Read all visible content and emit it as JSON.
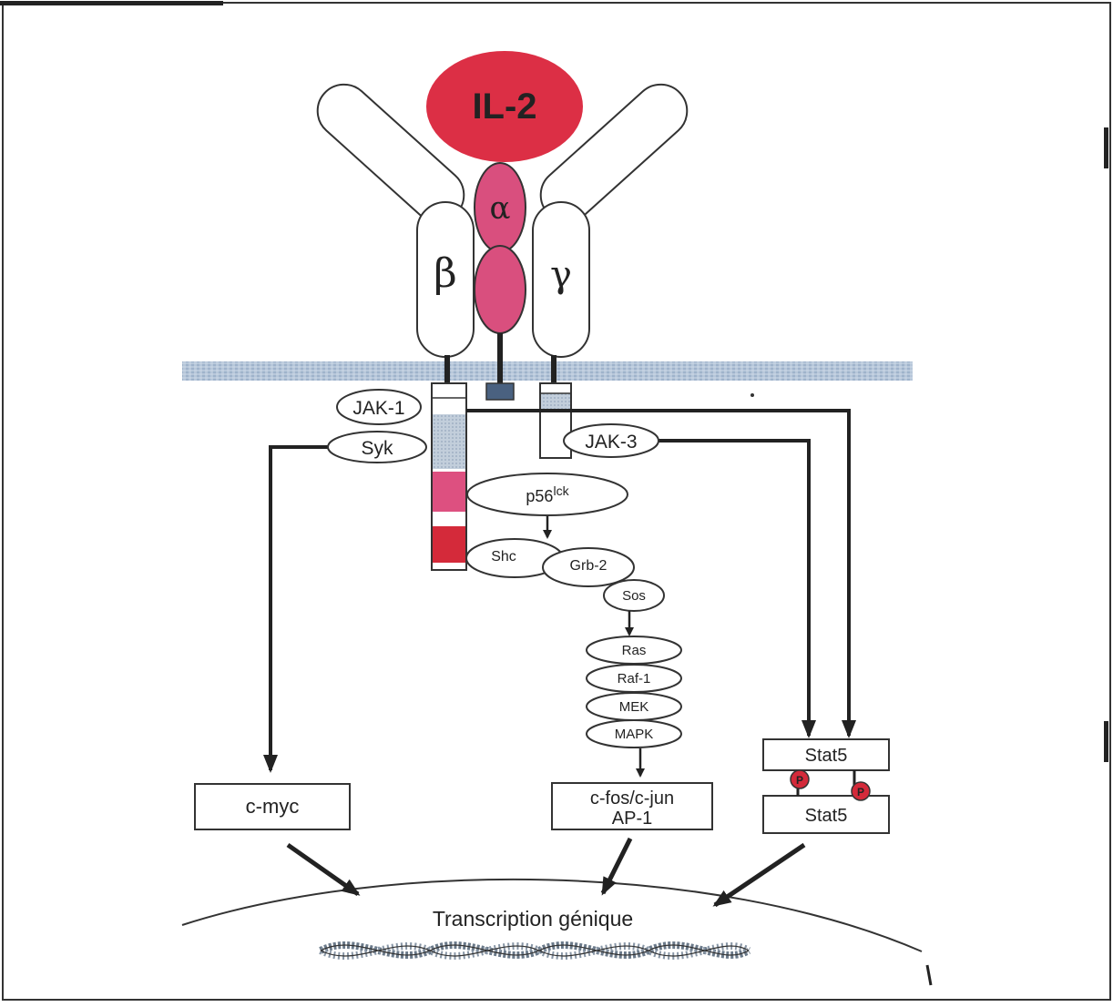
{
  "ligand": {
    "label": "IL-2"
  },
  "receptor": {
    "alpha_label": "α",
    "beta_label": "β",
    "gamma_label": "γ"
  },
  "kinases": {
    "jak1": "JAK-1",
    "syk": "Syk",
    "jak3": "JAK-3",
    "p56lck_base": "p56",
    "p56lck_sup": "lck"
  },
  "mapk_cascade": {
    "shc": "Shc",
    "grb2": "Grb-2",
    "sos": "Sos",
    "ras": "Ras",
    "raf1": "Raf-1",
    "mek": "MEK",
    "mapk": "MAPK"
  },
  "outputs": {
    "cmyc": "c-myc",
    "cfos_line1": "c-fos/c-jun",
    "cfos_line2": "AP-1",
    "stat5_top": "Stat5",
    "stat5_bottom": "Stat5",
    "phospho": "P"
  },
  "nucleus": {
    "label": "Transcription génique"
  },
  "colors": {
    "il2_red": "#dc2f45",
    "alpha_pink": "#d94f7e",
    "membrane_blue": "#a9bcd2",
    "chain_red": "#d42a3a",
    "chain_pink": "#dd5080",
    "chain_grey": "#b8c6d6",
    "stub_navy": "#4a6180"
  }
}
